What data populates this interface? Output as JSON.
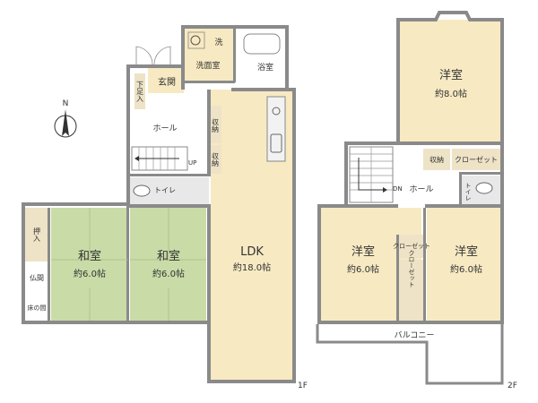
{
  "colors": {
    "floor": "#f7e9c2",
    "tatami": "#c9dca7",
    "white": "#ffffff",
    "wall": "#8a8a8a",
    "storage_beige": "#eee3c6",
    "tile": "#e8e8e8",
    "text": "#333333"
  },
  "compass": {
    "label": "N"
  },
  "first_floor": {
    "floor_label": "1F",
    "rooms": {
      "ldk": {
        "name": "LDK",
        "size": "約18.0帖"
      },
      "washitsu_left": {
        "name": "和室",
        "size": "約6.0帖"
      },
      "washitsu_right": {
        "name": "和室",
        "size": "約6.0帖"
      },
      "entrance": "玄関",
      "shoe_cabinet": "下足入",
      "hall": "ホール",
      "washroom": "洗面室",
      "washer": "洗",
      "bathroom": "浴室",
      "storage_1": "収納",
      "storage_2": "収納",
      "toilet": "トイレ",
      "oshiire": "押入",
      "butsuma": "仏間",
      "tokonoma": "床の間",
      "stair_up": "UP"
    }
  },
  "second_floor": {
    "floor_label": "2F",
    "rooms": {
      "yoshitsu_top": {
        "name": "洋室",
        "size": "約8.0帖"
      },
      "yoshitsu_left": {
        "name": "洋室",
        "size": "約6.0帖"
      },
      "yoshitsu_right": {
        "name": "洋室",
        "size": "約6.0帖"
      },
      "hall": "ホール",
      "storage": "収納",
      "closet_top": "クローゼット",
      "closet_mid": "クローゼット",
      "closet_vertical": "クローゼット",
      "toilet": "トイレ",
      "balcony": "バルコニー",
      "stair_down": "DN"
    }
  }
}
